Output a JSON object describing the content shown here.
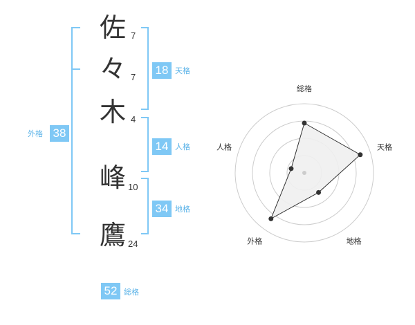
{
  "name": {
    "chars": [
      {
        "char": "佐",
        "strokes": "7"
      },
      {
        "char": "々",
        "strokes": "7"
      },
      {
        "char": "木",
        "strokes": "4"
      },
      {
        "char": "峰",
        "strokes": "10"
      },
      {
        "char": "鷹",
        "strokes": "24"
      }
    ]
  },
  "fortunes": {
    "tenkaku": {
      "value": "18",
      "label": "天格"
    },
    "jinkaku": {
      "value": "14",
      "label": "人格"
    },
    "chikaku": {
      "value": "34",
      "label": "地格"
    },
    "gaikaku": {
      "value": "38",
      "label": "外格"
    },
    "soukaku": {
      "value": "52",
      "label": "総格"
    }
  },
  "colors": {
    "accent": "#7fc8f5",
    "label": "#5bb3e8",
    "text": "#333333",
    "ring": "#cccccc",
    "fill": "#efefef"
  },
  "chart_data": {
    "type": "radar",
    "axes": [
      "総格",
      "天格",
      "地格",
      "外格",
      "人格"
    ],
    "values": [
      0.72,
      0.85,
      0.35,
      0.82,
      0.2
    ],
    "range": [
      0,
      1
    ],
    "rings": 4
  }
}
